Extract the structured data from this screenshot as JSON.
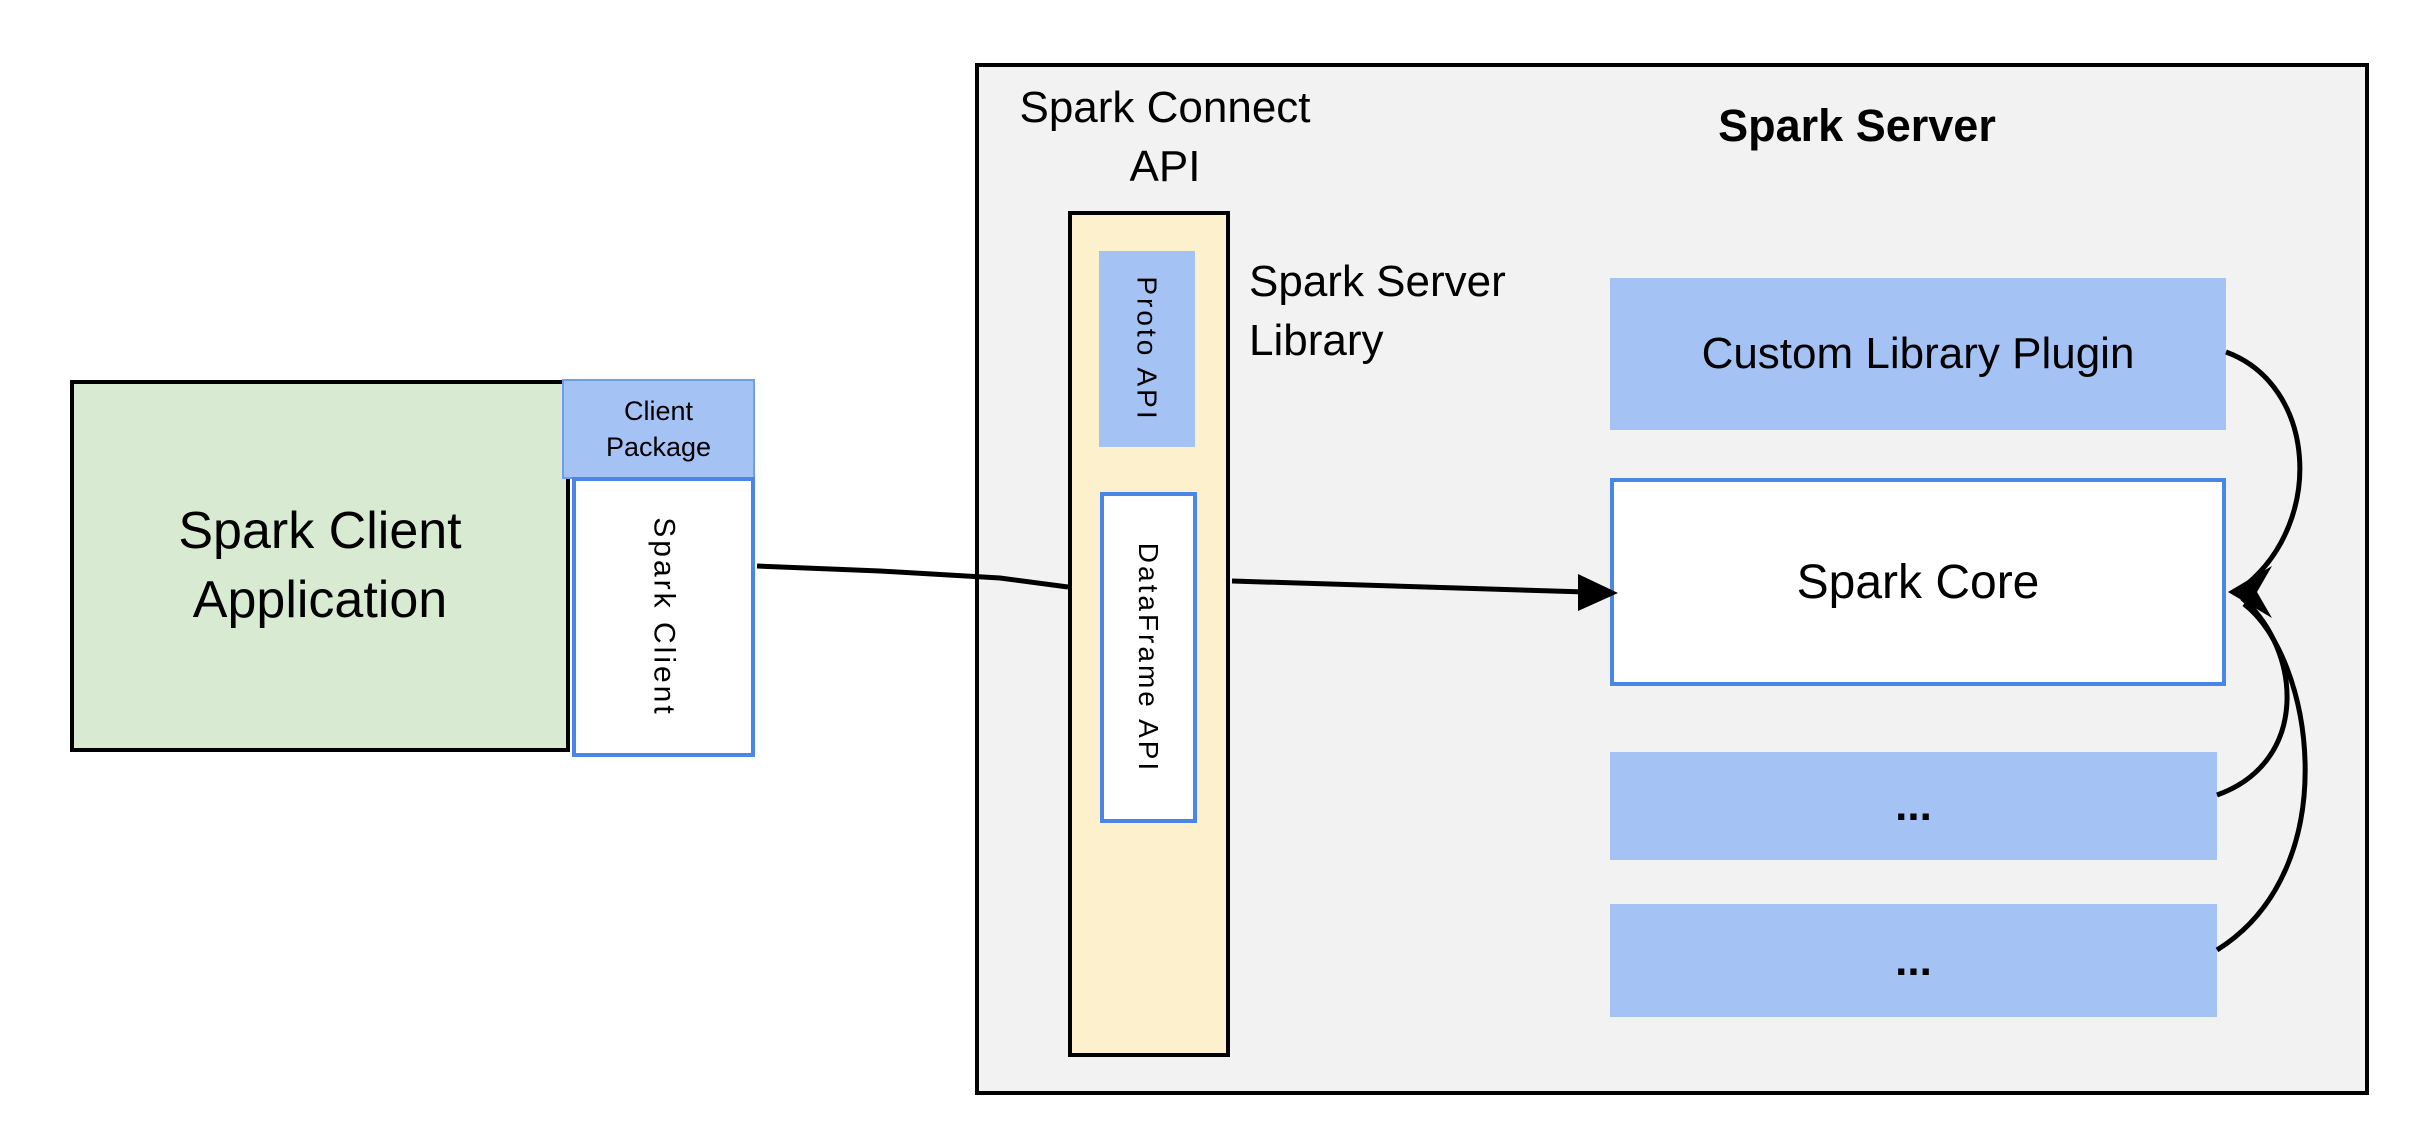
{
  "diagram": {
    "client": {
      "app_label": "Spark Client Application",
      "package_label": "Client Package",
      "client_label": "Spark Client"
    },
    "connect": {
      "header": "Spark Connect API",
      "proto_label": "Proto API",
      "dataframe_label": "DataFrame API",
      "library_label": "Spark Server Library"
    },
    "server": {
      "header": "Spark Server",
      "plugin_label": "Custom Library Plugin",
      "core_label": "Spark Core",
      "ellipsis_top": "...",
      "ellipsis_bottom": "..."
    }
  },
  "colors": {
    "green_fill": "#d9ead3",
    "blue_fill": "#a4c2f4",
    "blue_border": "#4a86e8",
    "yellow_fill": "#fdf0cd",
    "gray_fill": "#f2f2f2",
    "line_color": "#000000"
  }
}
